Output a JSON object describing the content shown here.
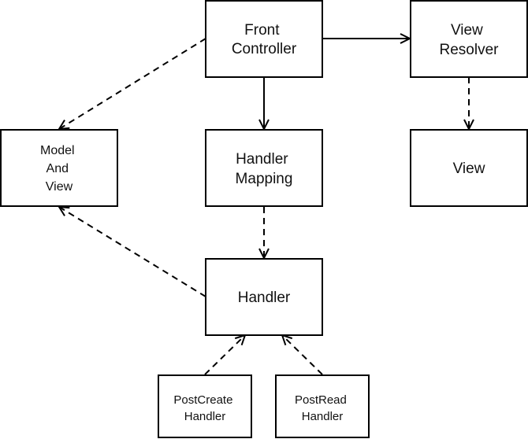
{
  "nodes": {
    "front_controller": {
      "lines": [
        "Front",
        "Controller"
      ]
    },
    "view_resolver": {
      "lines": [
        "View",
        "Resolver"
      ]
    },
    "model_and_view": {
      "lines": [
        "Model",
        "And",
        "View"
      ]
    },
    "handler_mapping": {
      "lines": [
        "Handler",
        "Mapping"
      ]
    },
    "view": {
      "lines": [
        "View"
      ]
    },
    "handler": {
      "lines": [
        "Handler"
      ]
    },
    "post_create_handler": {
      "lines": [
        "PostCreate",
        "Handler"
      ]
    },
    "post_read_handler": {
      "lines": [
        "PostRead",
        "Handler"
      ]
    }
  },
  "edges": [
    {
      "from": "front_controller",
      "to": "view_resolver",
      "style": "solid"
    },
    {
      "from": "front_controller",
      "to": "handler_mapping",
      "style": "solid"
    },
    {
      "from": "front_controller",
      "to": "model_and_view",
      "style": "dashed"
    },
    {
      "from": "view_resolver",
      "to": "view",
      "style": "dashed"
    },
    {
      "from": "handler_mapping",
      "to": "handler",
      "style": "dashed"
    },
    {
      "from": "handler",
      "to": "model_and_view",
      "style": "dashed"
    },
    {
      "from": "post_create_handler",
      "to": "handler",
      "style": "dashed"
    },
    {
      "from": "post_read_handler",
      "to": "handler",
      "style": "dashed"
    }
  ]
}
